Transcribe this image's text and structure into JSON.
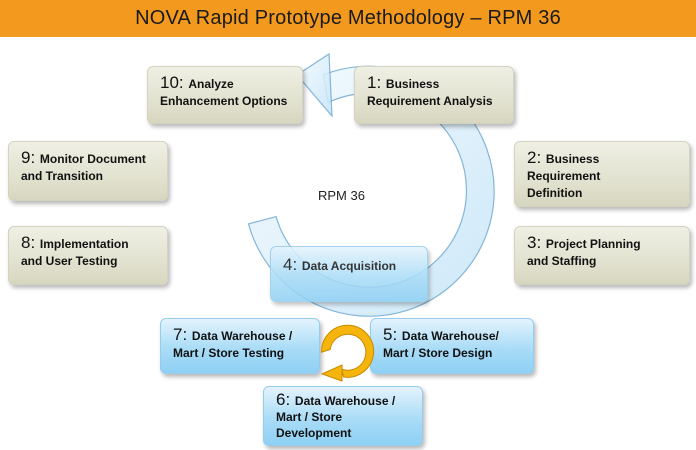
{
  "title": "NOVA Rapid Prototype Methodology – RPM 36",
  "cycle_label": "RPM 36",
  "colors": {
    "title_bar": "#f39a1e",
    "beige_box": "#e2e2d0",
    "blue_box": "#a9dcf7",
    "outer_cycle_arrow": "#cfe9fa",
    "inner_cycle_arrow": "#f5b50c"
  },
  "steps": [
    {
      "number": "1:",
      "text": "Business\nRequirement Analysis"
    },
    {
      "number": "2:",
      "text": "Business\nRequirement\nDefinition"
    },
    {
      "number": "3:",
      "text": "Project Planning\nand  Staffing"
    },
    {
      "number": "4:",
      "text": "Data Acquisition"
    },
    {
      "number": "5:",
      "text": "Data Warehouse/\nMart / Store Design"
    },
    {
      "number": "6:",
      "text": "Data Warehouse /\nMart / Store\nDevelopment"
    },
    {
      "number": "7:",
      "text": "Data Warehouse /\nMart / Store Testing"
    },
    {
      "number": "8:",
      "text": "Implementation\nand User Testing"
    },
    {
      "number": "9:",
      "text": "Monitor Document\nand Transition"
    },
    {
      "number": "10:",
      "text": "Analyze\nEnhancement Options"
    }
  ]
}
